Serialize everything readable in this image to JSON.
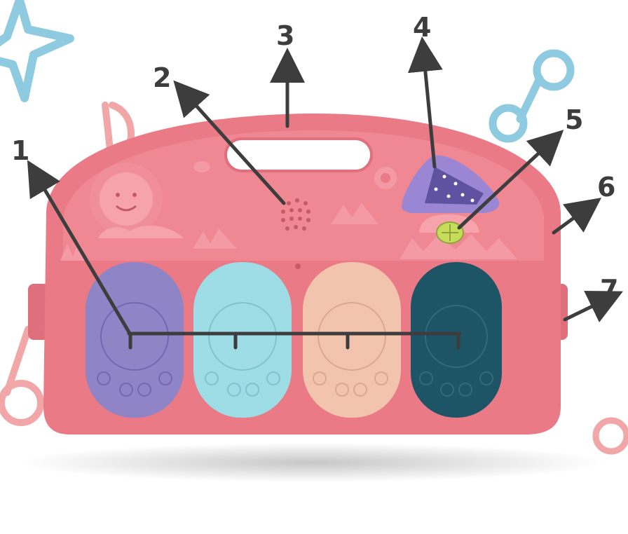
{
  "callouts": [
    {
      "id": 1,
      "label": "1",
      "target": "piano-keys"
    },
    {
      "id": 2,
      "label": "2",
      "target": "speaker-grille"
    },
    {
      "id": 3,
      "label": "3",
      "target": "carry-handle"
    },
    {
      "id": 4,
      "label": "4",
      "target": "star-projector"
    },
    {
      "id": 5,
      "label": "5",
      "target": "mode-button"
    },
    {
      "id": 6,
      "label": "6",
      "target": "side-switch"
    },
    {
      "id": 7,
      "label": "7",
      "target": "side-clip"
    }
  ],
  "keys": [
    {
      "name": "purple-key",
      "color": "#8e84c6"
    },
    {
      "name": "aqua-key",
      "color": "#9fdde6"
    },
    {
      "name": "peach-key",
      "color": "#f3c4ad"
    },
    {
      "name": "teal-key",
      "color": "#1d5466"
    }
  ],
  "colors": {
    "body": "#e97a86",
    "body_light": "#f39aa5",
    "body_dark": "#d9606e",
    "arrow": "#3d3d3d",
    "decor_blue": "#8ecbe0",
    "decor_pink": "#f1a6a8",
    "projector": "#9a86d2",
    "mode_button": "#c7dc5a"
  }
}
